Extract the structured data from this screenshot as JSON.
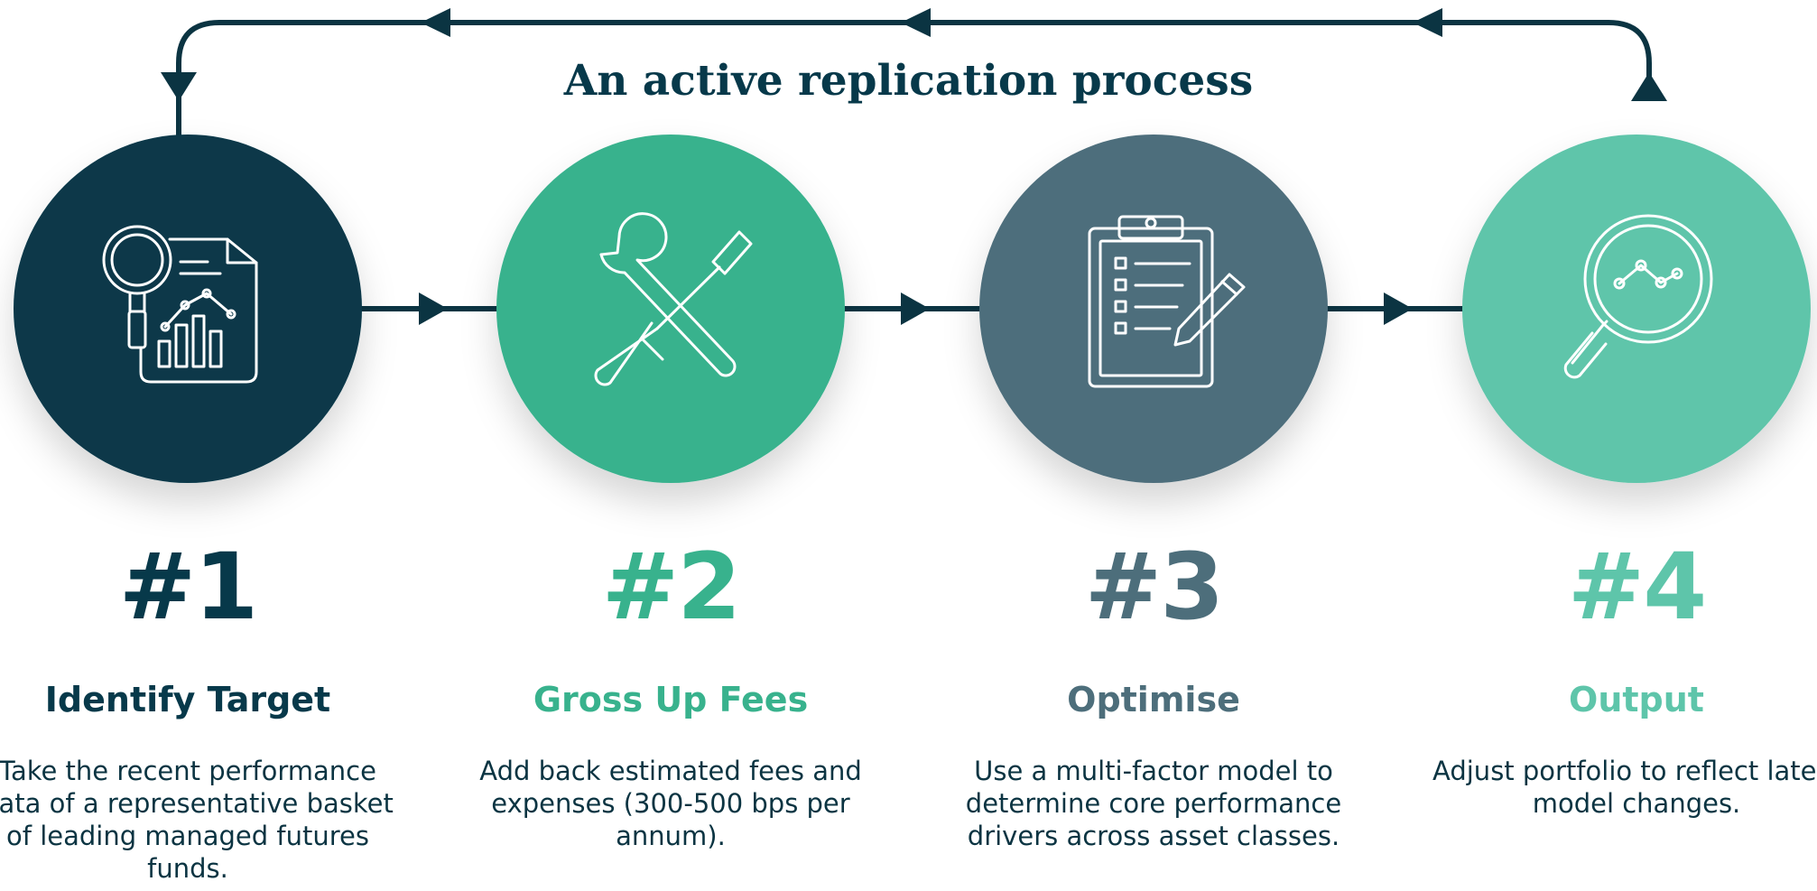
{
  "title": "An active replication process",
  "colors": {
    "line": "#0b3442",
    "step1": "#07394a",
    "step2": "#38b28d",
    "step3": "#4d6e7b",
    "step4": "#5ec5aa",
    "icon_stroke": "#ffffff"
  },
  "steps": [
    {
      "number": "#1",
      "heading": "Identify Target",
      "description": "Take the recent performance data of a representative basket of leading managed futures funds.",
      "icon": "report-magnifier-chart-icon"
    },
    {
      "number": "#2",
      "heading": "Gross Up Fees",
      "description": "Add back estimated fees and expenses (300-500 bps per annum).",
      "icon": "wrench-screwdriver-icon"
    },
    {
      "number": "#3",
      "heading": "Optimise",
      "description": "Use a multi-factor model to determine core performance drivers across asset classes.",
      "icon": "clipboard-checklist-pen-icon"
    },
    {
      "number": "#4",
      "heading": "Output",
      "description": "Adjust portfolio to reflect latest model changes.",
      "icon": "magnifier-line-chart-icon"
    }
  ]
}
